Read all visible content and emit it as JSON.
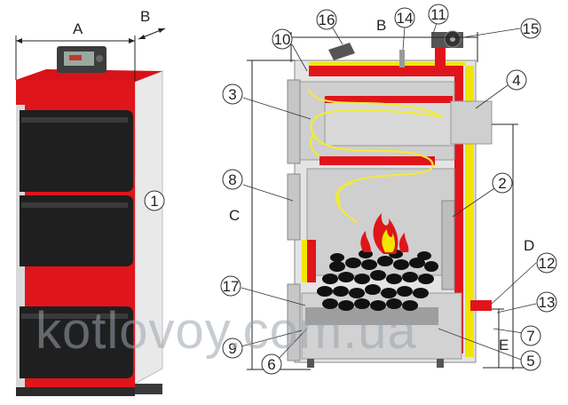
{
  "colors": {
    "boiler_red": "#e0151b",
    "boiler_side": "#e9e9e9",
    "door_black": "#1f1f1f",
    "insulation_yellow": "#f2e600",
    "chamber_grey": "#cfcfcf",
    "flame_arrows": "#f0ea3a",
    "label_circle": "#ffffff",
    "watermark": "#9aa4ad"
  },
  "left_figure": {
    "dim_width": "A",
    "dim_depth": "B",
    "callout": "1"
  },
  "right_figure": {
    "dim_top": "B",
    "dim_height": "C",
    "dim_right": "D",
    "dim_bottom": "E",
    "callouts": [
      "2",
      "3",
      "4",
      "5",
      "6",
      "7",
      "8",
      "9",
      "10",
      "11",
      "12",
      "13",
      "14",
      "15",
      "16",
      "17"
    ]
  },
  "watermark": "kotlovoy.com.ua"
}
